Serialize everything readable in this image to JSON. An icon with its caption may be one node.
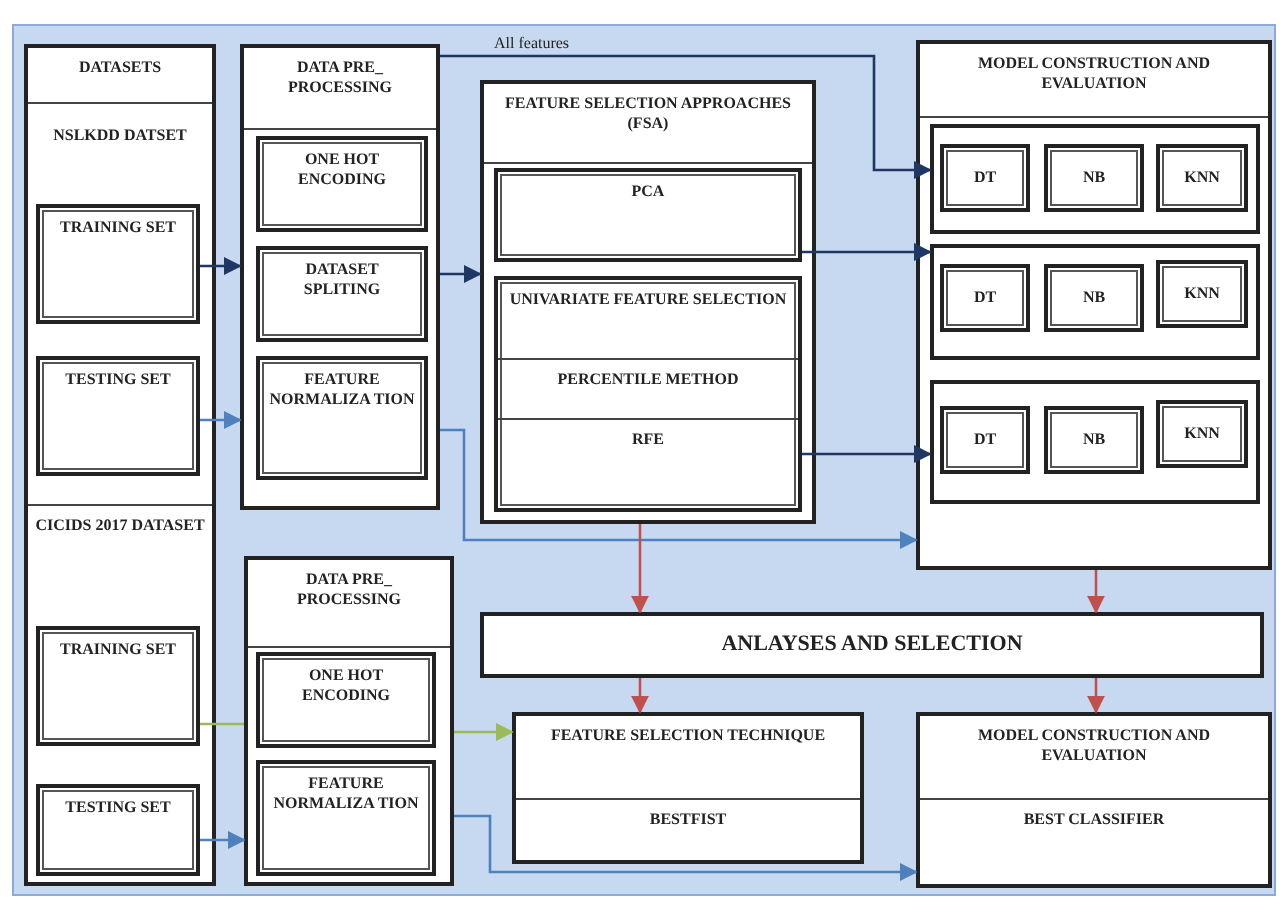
{
  "diagram": {
    "nodes": [
      {
        "text": [
          "DATASETS",
          "NSLKDD DATSET",
          "CICIDS 2017 DATASET"
        ]
      },
      {
        "text": [
          "TRAINING SET"
        ],
        "in": 0
      },
      {
        "text": [
          "TESTING SET"
        ],
        "in": 0
      },
      {
        "text": [
          "TRAINING SET"
        ],
        "in": 0
      },
      {
        "text": [
          "TESTING SET"
        ],
        "in": 0
      },
      {
        "text": [
          "DATA PRE_ PROCESSING"
        ]
      },
      {
        "text": [
          "ONE HOT ENCODING"
        ],
        "in": 5
      },
      {
        "text": [
          "DATASET SPLITING"
        ],
        "in": 5
      },
      {
        "text": [
          "FEATURE NORMALIZA TION"
        ],
        "in": 5
      },
      {
        "text": [
          "DATA PRE_ PROCESSING"
        ]
      },
      {
        "text": [
          "ONE HOT ENCODING"
        ],
        "in": 9
      },
      {
        "text": [
          "FEATURE NORMALIZA TION"
        ],
        "in": 9
      },
      {
        "text": [
          "FEATURE SELECTION APPROACHES (FSA)"
        ]
      },
      {
        "text": [
          "PCA"
        ],
        "in": 12
      },
      {
        "text": [
          "UNIVARIATE FEATURE SELECTION",
          "PERCENTILE METHOD",
          "RFE"
        ],
        "in": 12
      },
      {
        "text": [
          "MODEL CONSTRUCTION AND EVALUATION"
        ]
      },
      {
        "text": [],
        "shape": "box",
        "in": 15
      },
      {
        "text": [
          "DT"
        ],
        "in": 16
      },
      {
        "text": [
          "NB"
        ],
        "in": 16
      },
      {
        "text": [
          "KNN"
        ],
        "in": 16
      },
      {
        "text": [],
        "shape": "box",
        "in": 15
      },
      {
        "text": [
          "DT"
        ],
        "in": 20
      },
      {
        "text": [
          "NB"
        ],
        "in": 20
      },
      {
        "text": [
          "KNN"
        ],
        "in": 20
      },
      {
        "text": [],
        "shape": "box",
        "in": 15
      },
      {
        "text": [
          "DT"
        ],
        "in": 24
      },
      {
        "text": [
          "NB"
        ],
        "in": 24
      },
      {
        "text": [
          "KNN"
        ],
        "in": 24
      },
      {
        "text": [
          "ANLAYSES AND SELECTION"
        ]
      },
      {
        "text": [
          "FEATURE SELECTION TECHNIQUE",
          "BESTFIST"
        ]
      },
      {
        "text": [
          "MODEL CONSTRUCTION AND EVALUATION",
          "BEST CLASSIFIER"
        ]
      }
    ],
    "edges": [
      {
        "from": 1,
        "to": 5,
        "arrow": "to"
      },
      {
        "from": 2,
        "to": 5,
        "arrow": "to",
        "color": "#4f81bd"
      },
      {
        "from": 5,
        "to": 12,
        "arrow": "to"
      },
      {
        "from": 5,
        "to": 16,
        "arrow": "to",
        "label": "All features"
      },
      {
        "from": 13,
        "to": 20,
        "arrow": "to"
      },
      {
        "from": 14,
        "to": 24,
        "arrow": "to"
      },
      {
        "from": 5,
        "to": 15,
        "arrow": "to",
        "color": "#4f81bd"
      },
      {
        "from": 12,
        "to": 28,
        "arrow": "to",
        "color": "#c0504d"
      },
      {
        "from": 15,
        "to": 28,
        "arrow": "to",
        "color": "#c0504d"
      },
      {
        "from": 28,
        "to": 29,
        "arrow": "to",
        "color": "#c0504d"
      },
      {
        "from": 28,
        "to": 30,
        "arrow": "to",
        "color": "#c0504d"
      },
      {
        "from": 3,
        "to": 9,
        "arrow": "none",
        "color": "#9bbb59"
      },
      {
        "from": 9,
        "to": 29,
        "arrow": "to",
        "color": "#9bbb59"
      },
      {
        "from": 4,
        "to": 9,
        "arrow": "to",
        "color": "#4f81bd"
      },
      {
        "from": 9,
        "to": 30,
        "arrow": "to",
        "color": "#4f81bd"
      }
    ]
  }
}
